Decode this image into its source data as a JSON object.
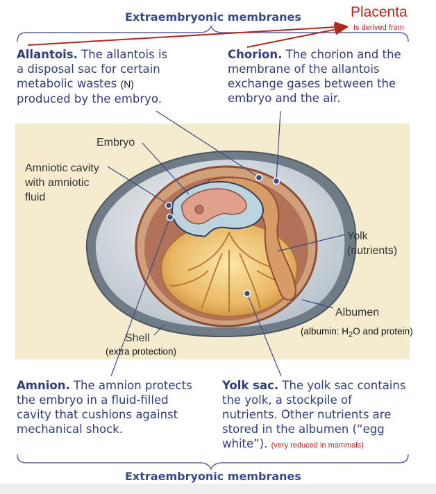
{
  "header": {
    "title": "Extraembryonic membranes"
  },
  "placenta": {
    "title": "Placenta",
    "subtitle": "Is derived from"
  },
  "allantois": {
    "name": "Allantois.",
    "lines": [
      " The allantois is",
      "a disposal sac for certain",
      "metabolic wastes ",
      "produced by the embryo."
    ],
    "note": "(N)"
  },
  "chorion": {
    "name": "Chorion.",
    "lines": [
      " The chorion and the",
      "membrane of the allantois",
      "exchange gases between the",
      "embryo and the air."
    ]
  },
  "labels": {
    "embryo": "Embryo",
    "amniotic": [
      "Amniotic cavity",
      "with amniotic",
      "fluid"
    ],
    "yolk": [
      "Yolk",
      "(nutrients)"
    ],
    "albumen": "Albumen",
    "shell": "Shell"
  },
  "notes": {
    "albumin_pre": "(albumin: H",
    "albumin_sub": "2",
    "albumin_post": "O and protein)",
    "shell": "(extra protection)"
  },
  "amnion": {
    "name": "Amnion.",
    "lines": [
      " The amnion protects",
      "the embryo in a fluid-filled",
      "cavity that cushions against",
      "mechanical shock."
    ]
  },
  "yolksac": {
    "name": "Yolk sac.",
    "lines": [
      " The yolk sac contains",
      "the yolk, a stockpile of",
      "nutrients. Other nutrients are",
      "stored in the albumen (“egg",
      "white”)."
    ],
    "note": "(very reduced in mammals)"
  },
  "footer": {
    "title": "Extraembryonic membranes"
  },
  "colors": {
    "navy": "#2f3c78",
    "red": "#b3271e",
    "panel": "#f5ebcf",
    "shell": "#9aa7b2",
    "yolk": "#e8b860"
  }
}
